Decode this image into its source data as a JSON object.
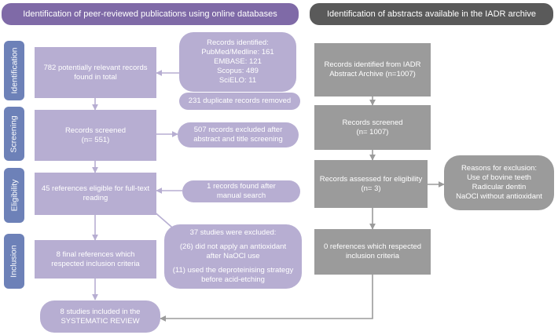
{
  "headers": {
    "left": "Identification of peer-reviewed publications using online databases",
    "right": "Identification of abstracts available in the IADR archive"
  },
  "stages": {
    "identification": "Identification",
    "screening": "Screening",
    "eligibility": "Eligibility",
    "inclusion": "Inclusion"
  },
  "left": {
    "relevant": "782 potentially relevant records found in total",
    "records_identified": {
      "title": "Records identified:",
      "pubmed": "PubMed/Medline: 161",
      "embase": "EMBASE: 121",
      "scopus": "Scopus: 489",
      "scielo": "SciELO: 11"
    },
    "duplicates": "231 duplicate records removed",
    "screened": [
      "Records screened",
      "(n= 551)"
    ],
    "excluded_abstract": [
      "507 records excluded after",
      "abstract and title screening"
    ],
    "eligible": [
      "45 references eligible for full-text",
      "reading"
    ],
    "manual": [
      "1 records found after",
      "manual search"
    ],
    "excluded_studies": {
      "title": "37 studies were excluded:",
      "reason1": [
        "(26) did not apply an antioxidant",
        "after NaOCl use"
      ],
      "reason2": [
        "(11) used the deproteinising strategy",
        "before acid-etching"
      ]
    },
    "final": [
      "8 final references which",
      "respected inclusion criteria"
    ],
    "systematic": [
      "8 studies included in the",
      "SYSTEMATIC REVIEW"
    ]
  },
  "right": {
    "iadr_identified": [
      "Records identified from IADR",
      "Abstract Archive (n=1007)"
    ],
    "screened": [
      "Records screened",
      "(n= 1007)"
    ],
    "assessed": [
      "Records assessed for eligibility",
      "(n= 3)"
    ],
    "zero": [
      "0 references which respected",
      "inclusion criteria"
    ],
    "reasons": {
      "title": "Reasons for exclusion:",
      "items": [
        "Use of bovine teeth",
        "Radicular dentin",
        "NaOCl without antioxidant"
      ]
    }
  }
}
